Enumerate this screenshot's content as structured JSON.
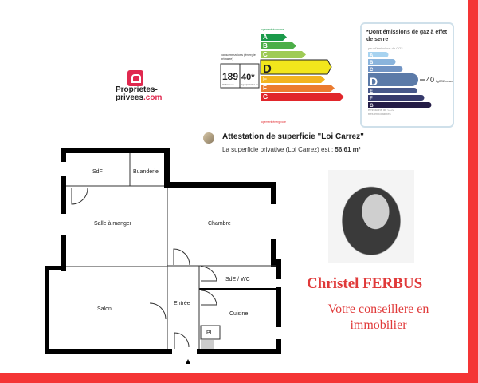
{
  "logo": {
    "line1": "Proprietes-",
    "line2a": "privees",
    "line2b": ".com"
  },
  "dpe": {
    "top_note": "logement économe",
    "bottom_note": "logement énergivore",
    "consumption": "189",
    "emissions": "40*",
    "unit1": "kWh/m².an",
    "unit2": "kgéqCO2/m².an",
    "label_left": "consommations (énergie primaire)",
    "label_right": "émissions",
    "grade": "D",
    "classes": [
      "A",
      "B",
      "C",
      "D",
      "E",
      "F",
      "G"
    ],
    "colors": [
      "#1a9a4a",
      "#4cae48",
      "#9fcb56",
      "#f2e61c",
      "#f2b320",
      "#eb7b2f",
      "#e1262b"
    ]
  },
  "ges": {
    "title": "*Dont émissions de gaz à effet de serre",
    "note_top": "peu d'émissions de CO2",
    "note_bottom": "émissions de CO2 très importantes",
    "value": "40",
    "unit": "kgCO2/m².an",
    "grade": "D",
    "classes": [
      "A",
      "B",
      "C",
      "D",
      "E",
      "F",
      "G"
    ],
    "colors": [
      "#a7d3f0",
      "#8ab4dc",
      "#7194c4",
      "#5b7aa8",
      "#48588a",
      "#363a6c",
      "#241c46"
    ]
  },
  "attestation": {
    "title": "Attestation de superficie \"Loi Carrez\"",
    "text": "La superficie privative (Loi Carrez) est : ",
    "area": "56.61 m²"
  },
  "plan": {
    "rooms": [
      "SdF",
      "Buanderie",
      "Salle à manger",
      "Chambre",
      "SdE / WC",
      "Salon",
      "Entrée",
      "Cuisine",
      "PL"
    ]
  },
  "agent": {
    "name": "Christel FERBUS",
    "role": "Votre conseillere en immobilier"
  },
  "accent": "#f43535"
}
